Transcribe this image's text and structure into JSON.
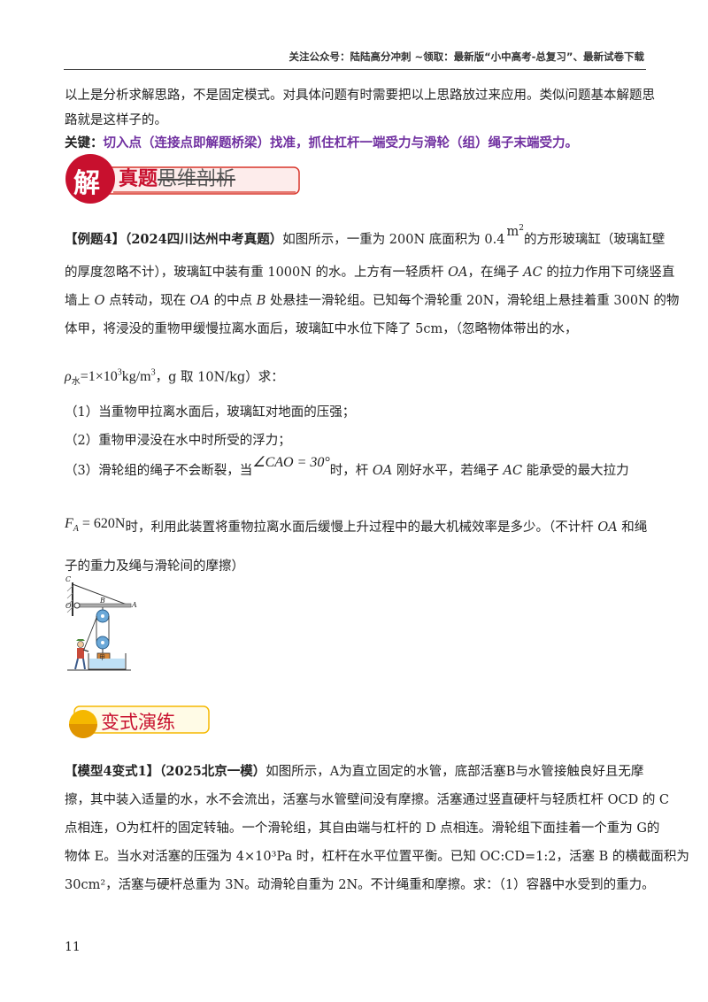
{
  "header": {
    "text": "关注公众号：陆陆高分冲刺 ~领取：最新版“小中高考-总复习”、最新试卷下载"
  },
  "intro": {
    "line1": "以上是分析求解思路，不是固定模式。对具体问题有时需要把以上思路放过来应用。类似问题基本解题思",
    "line2": "路就是这样子的。",
    "key_label": "关键：",
    "key_text": "切入点（连接点即解题桥梁）找准，抓住杠杆一端受力与滑轮（组）绳子末端受力。"
  },
  "banner1": {
    "icon_char": "解",
    "title_red": "真题",
    "title_rest": "思维剖析"
  },
  "example4": {
    "label": "【例题4】",
    "source": "（2024四川达州中考真题）",
    "l1_a": "如图所示，一重为 200N 底面积为 0.4",
    "l1_unit": "m",
    "l1_sup": "2",
    "l1_b": "的方形玻璃缸（玻璃缸壁",
    "l2_a": "的厚度忽略不计），玻璃缸中装有重 1000N 的水。上方有一轻质杆 ",
    "l2_oa": "OA",
    "l2_b": "，在绳子 ",
    "l2_ac": "AC",
    "l2_c": " 的拉力作用下可绕竖直",
    "l3_a": "墙上 ",
    "l3_o": "O",
    "l3_b": " 点转动，现在 ",
    "l3_oa": "OA",
    "l3_c": " 的中点 ",
    "l3_bpt": "B",
    "l3_d": " 处悬挂一滑轮组。已知每个滑轮重 20N，滑轮组上悬挂着重 300N 的物",
    "l4": "体甲，将浸没的重物甲缓慢拉离水面后，玻璃缸中水位下降了 5cm，（忽略物体带出的水，",
    "rho_sym": "ρ",
    "rho_sub": "水",
    "rho_val": "=1×10",
    "rho_exp": "3",
    "rho_unit": "kg/m",
    "rho_unit_exp": "3",
    "l5_rest": "，g 取 10N/kg）求：",
    "q1": "（1）当重物甲拉离水面后，玻璃缸对地面的压强；",
    "q2": "（2）重物甲浸没在水中时所受的浮力；",
    "q3_a": "（3）滑轮组的绳子不会断裂，当",
    "q3_angle": "∠CAO = 30°",
    "q3_b": "时，杆 ",
    "q3_oa": "OA",
    "q3_c": " 刚好水平，若绳子 ",
    "q3_ac": "AC",
    "q3_d": " 能承受的最大拉力",
    "q3_fa": "F",
    "q3_fa_sub": "A",
    "q3_fa_val": " = 620N",
    "q3_e": "时，利用此装置将重物拉离水面后缓慢上升过程中的最大机械效率是多少。（不计杆 ",
    "q3_oa2": "OA",
    "q3_f": " 和绳",
    "q3_g": "子的重力及绳与滑轮间的摩擦）"
  },
  "figure": {
    "label_c": "C",
    "label_o": "O",
    "label_b": "B",
    "label_a": "A",
    "label_jia": "甲"
  },
  "banner2": {
    "title": "变式演练"
  },
  "variant": {
    "label": "【模型4变式1】",
    "source": "（2025北京一模）",
    "l1": "如图所示，A为直立固定的水管，底部活塞B与水管接触良好且无摩",
    "l2": "擦，其中装入适量的水，水不会流出，活塞与水管壁间没有摩擦。活塞通过竖直硬杆与轻质杠杆 OCD 的 C",
    "l3": "点相连，O为杠杆的固定转轴。一个滑轮组，其自由端与杠杆的 D 点相连。滑轮组下面挂着一个重为 G的",
    "l4": "物体 E。当水对活塞的压强为 4×10³Pa 时，杠杆在水平位置平衡。已知 OC:CD=1:2，活塞 B 的横截面积为",
    "l5": "30cm²，活塞与硬杆总重为 3N。动滑轮自重为 2N。不计绳重和摩擦。求：（1）容器中水受到的重力。"
  },
  "page_number": "11",
  "colors": {
    "accent_red": "#c8102e",
    "purple": "#7030a0",
    "banner_gold": "#f5b800"
  }
}
